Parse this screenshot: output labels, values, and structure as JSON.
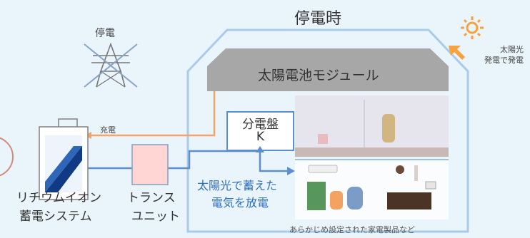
{
  "title": "停電時",
  "outage_label": "停電",
  "solar_note": "太陽光\n発電で発電",
  "roof_label": "太陽電池モジュール",
  "panel_label_1": "分電盤",
  "panel_label_2": "K",
  "charge_label": "充電",
  "battery_label_1": "リチウムイオン",
  "battery_label_2": "蓄電システム",
  "transformer_label_1": "トランス",
  "transformer_label_2": "ユニット",
  "discharge_label_1": "太陽光で蓄えた",
  "discharge_label_2": "電気を放電",
  "appliances_note": "あらかじめ設定された家電製品など",
  "colors": {
    "background": "#eaf4fb",
    "house_outline": "#a9cbea",
    "roof": "#a7a7a7",
    "charge_line": "#f5a36b",
    "flow_line": "#5d8fd0",
    "discharge_text": "#2f6fbf",
    "transformer_fill": "#ffd6d3",
    "sun": "#f7a23c",
    "battery_dark": "#123a84"
  }
}
